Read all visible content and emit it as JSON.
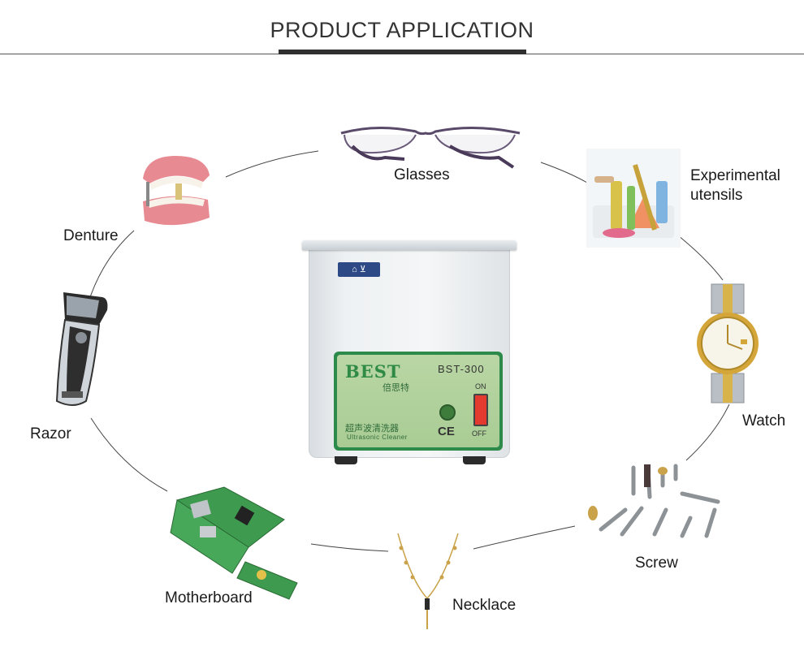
{
  "header": {
    "title": "PRODUCT APPLICATION"
  },
  "items": {
    "glasses": "Glasses",
    "experimental": [
      "Experimental",
      "utensils"
    ],
    "denture": "Denture",
    "razor": "Razor",
    "watch": "Watch",
    "screw": "Screw",
    "motherboard": "Motherboard",
    "necklace": "Necklace"
  },
  "cleaner": {
    "brand": "BEST",
    "brand_cn": "倍思特",
    "model": "BST-300",
    "on": "ON",
    "off": "OFF",
    "cn_text": "超声波清洗器",
    "en_text": "Ultrasonic Cleaner",
    "ce": "CE"
  },
  "colors": {
    "panel_green": "#2c8a4a",
    "panel_light": "#b9d6a4",
    "switch_red": "#e23a2e",
    "badge_blue": "#2d4a86"
  }
}
